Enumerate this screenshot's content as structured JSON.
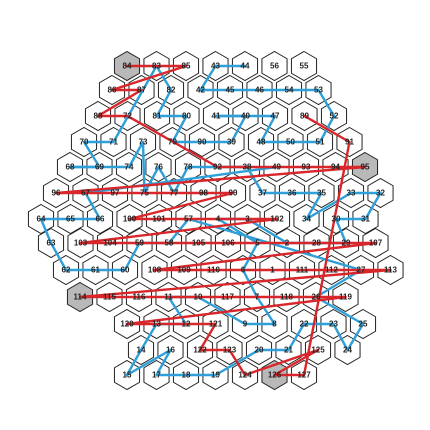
{
  "puzzle": {
    "colors": {
      "hex_fill": "#ffffff",
      "hex_stroke": "#222222",
      "shaded_fill": "#b9b9b9",
      "blue_path": "#2e9fd8",
      "red_path": "#d9262b"
    },
    "shaded_cells": [
      "84",
      "95",
      "114",
      "126"
    ],
    "cells": [
      {
        "id": "84",
        "label": "84",
        "r": 0,
        "c": 0
      },
      {
        "id": "83",
        "label": "83",
        "r": 0,
        "c": 1
      },
      {
        "id": "85",
        "label": "85",
        "r": 0,
        "c": 2
      },
      {
        "id": "43",
        "label": "43",
        "r": 0,
        "c": 3
      },
      {
        "id": "44",
        "label": "44",
        "r": 0,
        "c": 4
      },
      {
        "id": "56",
        "label": "56",
        "r": 0,
        "c": 5
      },
      {
        "id": "55",
        "label": "55",
        "r": 0,
        "c": 6
      },
      {
        "id": "86",
        "label": "86",
        "r": 1,
        "c": 0
      },
      {
        "id": "87",
        "label": "87",
        "r": 1,
        "c": 1
      },
      {
        "id": "82",
        "label": "82",
        "r": 1,
        "c": 2
      },
      {
        "id": "42",
        "label": "42",
        "r": 1,
        "c": 3
      },
      {
        "id": "45",
        "label": "45",
        "r": 1,
        "c": 4
      },
      {
        "id": "46",
        "label": "46",
        "r": 1,
        "c": 5
      },
      {
        "id": "54",
        "label": "54",
        "r": 1,
        "c": 6
      },
      {
        "id": "53",
        "label": "53",
        "r": 1,
        "c": 7
      },
      {
        "id": "88",
        "label": "88",
        "r": 2,
        "c": 0
      },
      {
        "id": "72",
        "label": "72",
        "r": 2,
        "c": 1
      },
      {
        "id": "81",
        "label": "81",
        "r": 2,
        "c": 2
      },
      {
        "id": "80",
        "label": "80",
        "r": 2,
        "c": 3
      },
      {
        "id": "41",
        "label": "41",
        "r": 2,
        "c": 4
      },
      {
        "id": "40",
        "label": "40",
        "r": 2,
        "c": 5
      },
      {
        "id": "47",
        "label": "47",
        "r": 2,
        "c": 6
      },
      {
        "id": "89",
        "label": "89",
        "r": 2,
        "c": 7
      },
      {
        "id": "52",
        "label": "52",
        "r": 2,
        "c": 8
      },
      {
        "id": "70",
        "label": "70",
        "r": 3,
        "c": 0
      },
      {
        "id": "71",
        "label": "71",
        "r": 3,
        "c": 1
      },
      {
        "id": "73",
        "label": "73",
        "r": 3,
        "c": 2
      },
      {
        "id": "79",
        "label": "79",
        "r": 3,
        "c": 3
      },
      {
        "id": "90",
        "label": "90",
        "r": 3,
        "c": 4
      },
      {
        "id": "39",
        "label": "39",
        "r": 3,
        "c": 5
      },
      {
        "id": "48",
        "label": "48",
        "r": 3,
        "c": 6
      },
      {
        "id": "50",
        "label": "50",
        "r": 3,
        "c": 7
      },
      {
        "id": "51",
        "label": "51",
        "r": 3,
        "c": 8
      },
      {
        "id": "91",
        "label": "91",
        "r": 3,
        "c": 9
      },
      {
        "id": "68",
        "label": "68",
        "r": 4,
        "c": 0
      },
      {
        "id": "69",
        "label": "69",
        "r": 4,
        "c": 1
      },
      {
        "id": "74",
        "label": "74",
        "r": 4,
        "c": 2
      },
      {
        "id": "76",
        "label": "76",
        "r": 4,
        "c": 3
      },
      {
        "id": "78",
        "label": "78",
        "r": 4,
        "c": 4
      },
      {
        "id": "92",
        "label": "92",
        "r": 4,
        "c": 5
      },
      {
        "id": "38",
        "label": "38",
        "r": 4,
        "c": 6
      },
      {
        "id": "49",
        "label": "49",
        "r": 4,
        "c": 7
      },
      {
        "id": "93",
        "label": "93",
        "r": 4,
        "c": 8
      },
      {
        "id": "94",
        "label": "94",
        "r": 4,
        "c": 9
      },
      {
        "id": "95",
        "label": "95",
        "r": 4,
        "c": 10
      },
      {
        "id": "96",
        "label": "96",
        "r": 5,
        "c": 0
      },
      {
        "id": "67",
        "label": "67",
        "r": 5,
        "c": 1
      },
      {
        "id": "97",
        "label": "97",
        "r": 5,
        "c": 2
      },
      {
        "id": "75",
        "label": "75",
        "r": 5,
        "c": 3
      },
      {
        "id": "77",
        "label": "77",
        "r": 5,
        "c": 4
      },
      {
        "id": "98",
        "label": "98",
        "r": 5,
        "c": 5
      },
      {
        "id": "99",
        "label": "99",
        "r": 5,
        "c": 6
      },
      {
        "id": "37",
        "label": "37",
        "r": 5,
        "c": 7
      },
      {
        "id": "36",
        "label": "36",
        "r": 5,
        "c": 8
      },
      {
        "id": "35",
        "label": "35",
        "r": 5,
        "c": 9
      },
      {
        "id": "33",
        "label": "33",
        "r": 5,
        "c": 10
      },
      {
        "id": "32",
        "label": "32",
        "r": 5,
        "c": 11
      },
      {
        "id": "64",
        "label": "64",
        "r": 6,
        "c": 0
      },
      {
        "id": "65",
        "label": "65",
        "r": 6,
        "c": 1
      },
      {
        "id": "66",
        "label": "66",
        "r": 6,
        "c": 2
      },
      {
        "id": "100",
        "label": "100",
        "r": 6,
        "c": 3
      },
      {
        "id": "101",
        "label": "101",
        "r": 6,
        "c": 4
      },
      {
        "id": "57",
        "label": "57",
        "r": 6,
        "c": 5
      },
      {
        "id": "4",
        "label": "4",
        "r": 6,
        "c": 6
      },
      {
        "id": "3",
        "label": "3",
        "r": 6,
        "c": 7
      },
      {
        "id": "102",
        "label": "102",
        "r": 6,
        "c": 8
      },
      {
        "id": "34",
        "label": "34",
        "r": 6,
        "c": 9
      },
      {
        "id": "30",
        "label": "30",
        "r": 6,
        "c": 10
      },
      {
        "id": "31",
        "label": "31",
        "r": 6,
        "c": 11
      },
      {
        "id": "63",
        "label": "63",
        "r": 7,
        "c": 0
      },
      {
        "id": "103",
        "label": "103",
        "r": 7,
        "c": 1
      },
      {
        "id": "104",
        "label": "104",
        "r": 7,
        "c": 2
      },
      {
        "id": "59",
        "label": "59",
        "r": 7,
        "c": 3
      },
      {
        "id": "58",
        "label": "58",
        "r": 7,
        "c": 4
      },
      {
        "id": "105",
        "label": "105",
        "r": 7,
        "c": 5
      },
      {
        "id": "106",
        "label": "106",
        "r": 7,
        "c": 6
      },
      {
        "id": "5",
        "label": "5",
        "r": 7,
        "c": 7
      },
      {
        "id": "2",
        "label": "2",
        "r": 7,
        "c": 8
      },
      {
        "id": "28",
        "label": "28",
        "r": 7,
        "c": 9
      },
      {
        "id": "29",
        "label": "29",
        "r": 7,
        "c": 10
      },
      {
        "id": "107",
        "label": "107",
        "r": 7,
        "c": 11
      },
      {
        "id": "62",
        "label": "62",
        "r": 8,
        "c": 0
      },
      {
        "id": "61",
        "label": "61",
        "r": 8,
        "c": 1
      },
      {
        "id": "60",
        "label": "60",
        "r": 8,
        "c": 2
      },
      {
        "id": "108",
        "label": "108",
        "r": 8,
        "c": 3
      },
      {
        "id": "109",
        "label": "109",
        "r": 8,
        "c": 4
      },
      {
        "id": "110",
        "label": "110",
        "r": 8,
        "c": 5
      },
      {
        "id": "6",
        "label": "6",
        "r": 8,
        "c": 6
      },
      {
        "id": "1",
        "label": "1",
        "r": 8,
        "c": 7
      },
      {
        "id": "111",
        "label": "111",
        "r": 8,
        "c": 8
      },
      {
        "id": "112",
        "label": "112",
        "r": 8,
        "c": 9
      },
      {
        "id": "27",
        "label": "27",
        "r": 8,
        "c": 10
      },
      {
        "id": "113",
        "label": "113",
        "r": 8,
        "c": 11
      },
      {
        "id": "114",
        "label": "114",
        "r": 9,
        "c": 0
      },
      {
        "id": "115",
        "label": "115",
        "r": 9,
        "c": 1
      },
      {
        "id": "116",
        "label": "116",
        "r": 9,
        "c": 2
      },
      {
        "id": "11",
        "label": "11",
        "r": 9,
        "c": 3
      },
      {
        "id": "10",
        "label": "10",
        "r": 9,
        "c": 4
      },
      {
        "id": "117",
        "label": "117",
        "r": 9,
        "c": 5
      },
      {
        "id": "7",
        "label": "7",
        "r": 9,
        "c": 6
      },
      {
        "id": "118",
        "label": "118",
        "r": 9,
        "c": 7
      },
      {
        "id": "26",
        "label": "26",
        "r": 9,
        "c": 8
      },
      {
        "id": "119",
        "label": "119",
        "r": 9,
        "c": 9
      },
      {
        "id": "120",
        "label": "120",
        "r": 10,
        "c": 0
      },
      {
        "id": "13",
        "label": "13",
        "r": 10,
        "c": 1
      },
      {
        "id": "12",
        "label": "12",
        "r": 10,
        "c": 2
      },
      {
        "id": "121",
        "label": "121",
        "r": 10,
        "c": 3
      },
      {
        "id": "9",
        "label": "9",
        "r": 10,
        "c": 4
      },
      {
        "id": "8",
        "label": "8",
        "r": 10,
        "c": 5
      },
      {
        "id": "22",
        "label": "22",
        "r": 10,
        "c": 6
      },
      {
        "id": "23",
        "label": "23",
        "r": 10,
        "c": 7
      },
      {
        "id": "25",
        "label": "25",
        "r": 10,
        "c": 8
      },
      {
        "id": "14",
        "label": "14",
        "r": 11,
        "c": 0
      },
      {
        "id": "16",
        "label": "16",
        "r": 11,
        "c": 1
      },
      {
        "id": "122",
        "label": "122",
        "r": 11,
        "c": 2
      },
      {
        "id": "123",
        "label": "123",
        "r": 11,
        "c": 3
      },
      {
        "id": "20",
        "label": "20",
        "r": 11,
        "c": 4
      },
      {
        "id": "21",
        "label": "21",
        "r": 11,
        "c": 5
      },
      {
        "id": "125",
        "label": "125",
        "r": 11,
        "c": 6
      },
      {
        "id": "24",
        "label": "24",
        "r": 11,
        "c": 7
      },
      {
        "id": "15",
        "label": "15",
        "r": 12,
        "c": 0
      },
      {
        "id": "17",
        "label": "17",
        "r": 12,
        "c": 1
      },
      {
        "id": "18",
        "label": "18",
        "r": 12,
        "c": 2
      },
      {
        "id": "19",
        "label": "19",
        "r": 12,
        "c": 3
      },
      {
        "id": "124",
        "label": "124",
        "r": 12,
        "c": 4
      },
      {
        "id": "126",
        "label": "126",
        "r": 12,
        "c": 5
      },
      {
        "id": "127",
        "label": "127",
        "r": 12,
        "c": 6
      }
    ],
    "blue_path": [
      "44",
      "43",
      "42",
      "45",
      "46",
      "54",
      "53",
      "52",
      "51",
      "50",
      "48",
      "47",
      "41",
      "40",
      "39",
      "90",
      "79",
      "80",
      "81",
      "82",
      "83",
      "71",
      "70",
      "69",
      "68",
      "74",
      "73",
      "75",
      "76",
      "77",
      "78",
      "38",
      "37",
      "36",
      "35",
      "34",
      "33",
      "32",
      "31",
      "30",
      "29",
      "28",
      "2",
      "3",
      "4",
      "5",
      "6",
      "7",
      "8",
      "9",
      "10",
      "11",
      "12",
      "13",
      "14",
      "15",
      "16",
      "17",
      "18",
      "19",
      "20",
      "21",
      "22",
      "23",
      "24",
      "25",
      "26",
      "27",
      "57",
      "58",
      "59",
      "60",
      "61",
      "62",
      "63",
      "64",
      "65",
      "66",
      "67",
      "49"
    ],
    "red_path": [
      "84",
      "85",
      "86",
      "87",
      "88",
      "72",
      "92",
      "93",
      "94",
      "95",
      "96",
      "97",
      "98",
      "99",
      "100",
      "101",
      "102",
      "103",
      "104",
      "105",
      "106",
      "107",
      "108",
      "109",
      "110",
      "111",
      "112",
      "113",
      "114",
      "115",
      "116",
      "117",
      "118",
      "119",
      "120",
      "121",
      "122",
      "123",
      "124",
      "125",
      "126",
      "127",
      "91",
      "89"
    ]
  }
}
